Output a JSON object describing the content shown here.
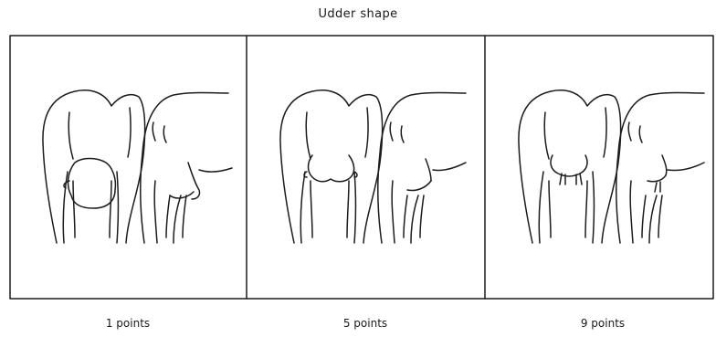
{
  "title": "Udder shape",
  "panels": [
    {
      "caption": "1 points",
      "score": 1
    },
    {
      "caption": "5 points",
      "score": 5
    },
    {
      "caption": "9 points",
      "score": 9
    }
  ]
}
